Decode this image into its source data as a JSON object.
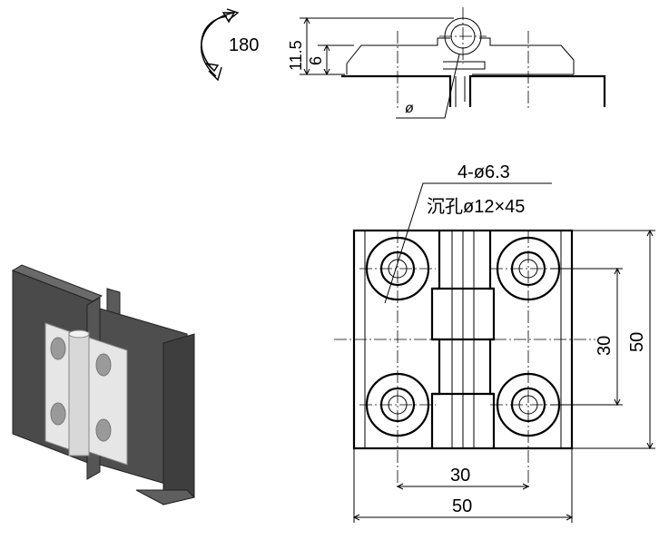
{
  "rotation": {
    "label": "180"
  },
  "side_view": {
    "dim_total_height": "11.5",
    "dim_plate_height": "6",
    "diameter_symbol": "ø"
  },
  "top_view": {
    "hole_callout": "4-ø6.3",
    "countersink_callout": "沉孔ø12×45",
    "dim_hole_spacing_h": "30",
    "dim_overall_width": "50",
    "dim_hole_spacing_v": "30",
    "dim_overall_height": "50"
  },
  "colors": {
    "line": "#000000",
    "profile_dark": "#4a4a4a",
    "hinge_light": "#e6e6e6",
    "background": "#ffffff"
  }
}
